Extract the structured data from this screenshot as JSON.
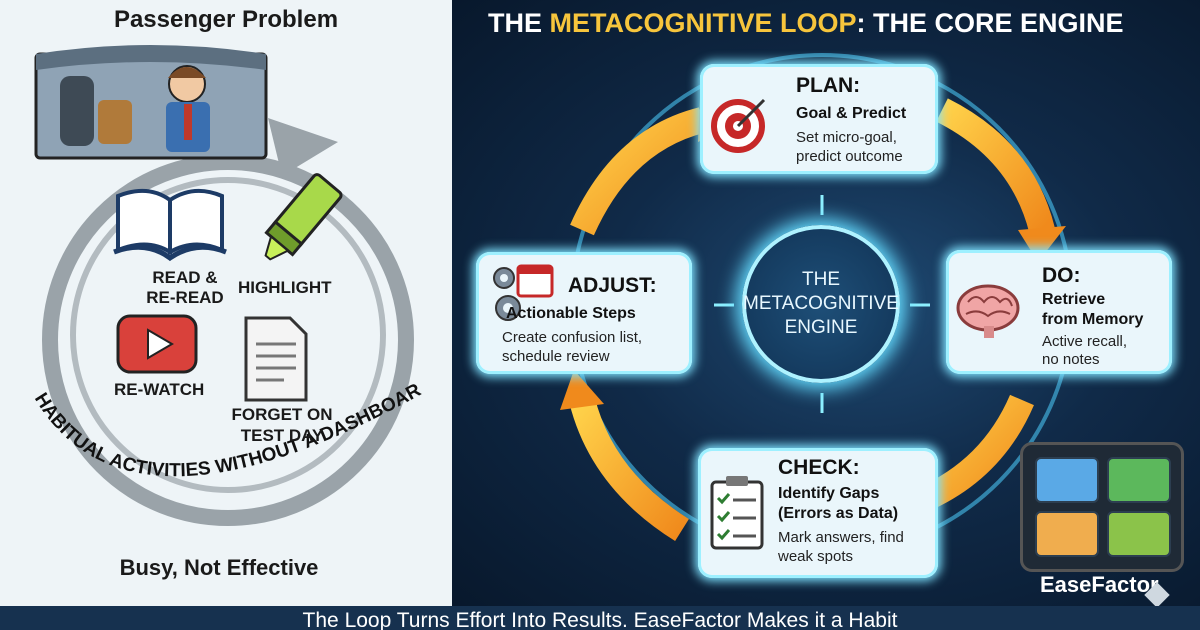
{
  "left_panel": {
    "title": "Passenger Problem",
    "activities": [
      "READ &",
      "RE-READ",
      "HIGHLIGHT",
      "RE-WATCH",
      "FORGET ON",
      "TEST DAY"
    ],
    "arc_text": "HABITUAL ACTIVITIES WITHOUT A DASHBOARD",
    "bottom": "Busy, Not Effective"
  },
  "right_panel": {
    "title_pre": "THE ",
    "title_highlight": "METACOGNITIVE LOOP",
    "title_post": ": THE CORE ENGINE",
    "center": [
      "THE",
      "METACOGNITIVE",
      "ENGINE"
    ],
    "plan": {
      "heading": "PLAN:",
      "sub": "Goal & Predict",
      "desc": [
        "Set micro-goal,",
        "predict outcome"
      ]
    },
    "do": {
      "heading": "DO:",
      "sub": [
        "Retrieve",
        "from Memory"
      ],
      "desc": [
        "Active recall,",
        "no notes"
      ]
    },
    "check": {
      "heading": "CHECK:",
      "sub": [
        "Identify Gaps",
        "(Errors as Data)"
      ],
      "desc": [
        "Mark answers, find",
        "weak spots"
      ]
    },
    "adjust": {
      "heading": "ADJUST:",
      "sub": "Actionable Steps",
      "desc": [
        "Create confusion list,",
        "schedule review"
      ]
    },
    "brand": "EaseFactor"
  },
  "footer": {
    "text": "The Loop Turns Effort Into Results. EaseFactor Makes it a Habit"
  },
  "colors": {
    "accent": "#f7c53c",
    "glow": "#7fe3ff",
    "arrow": "#f5a623"
  }
}
